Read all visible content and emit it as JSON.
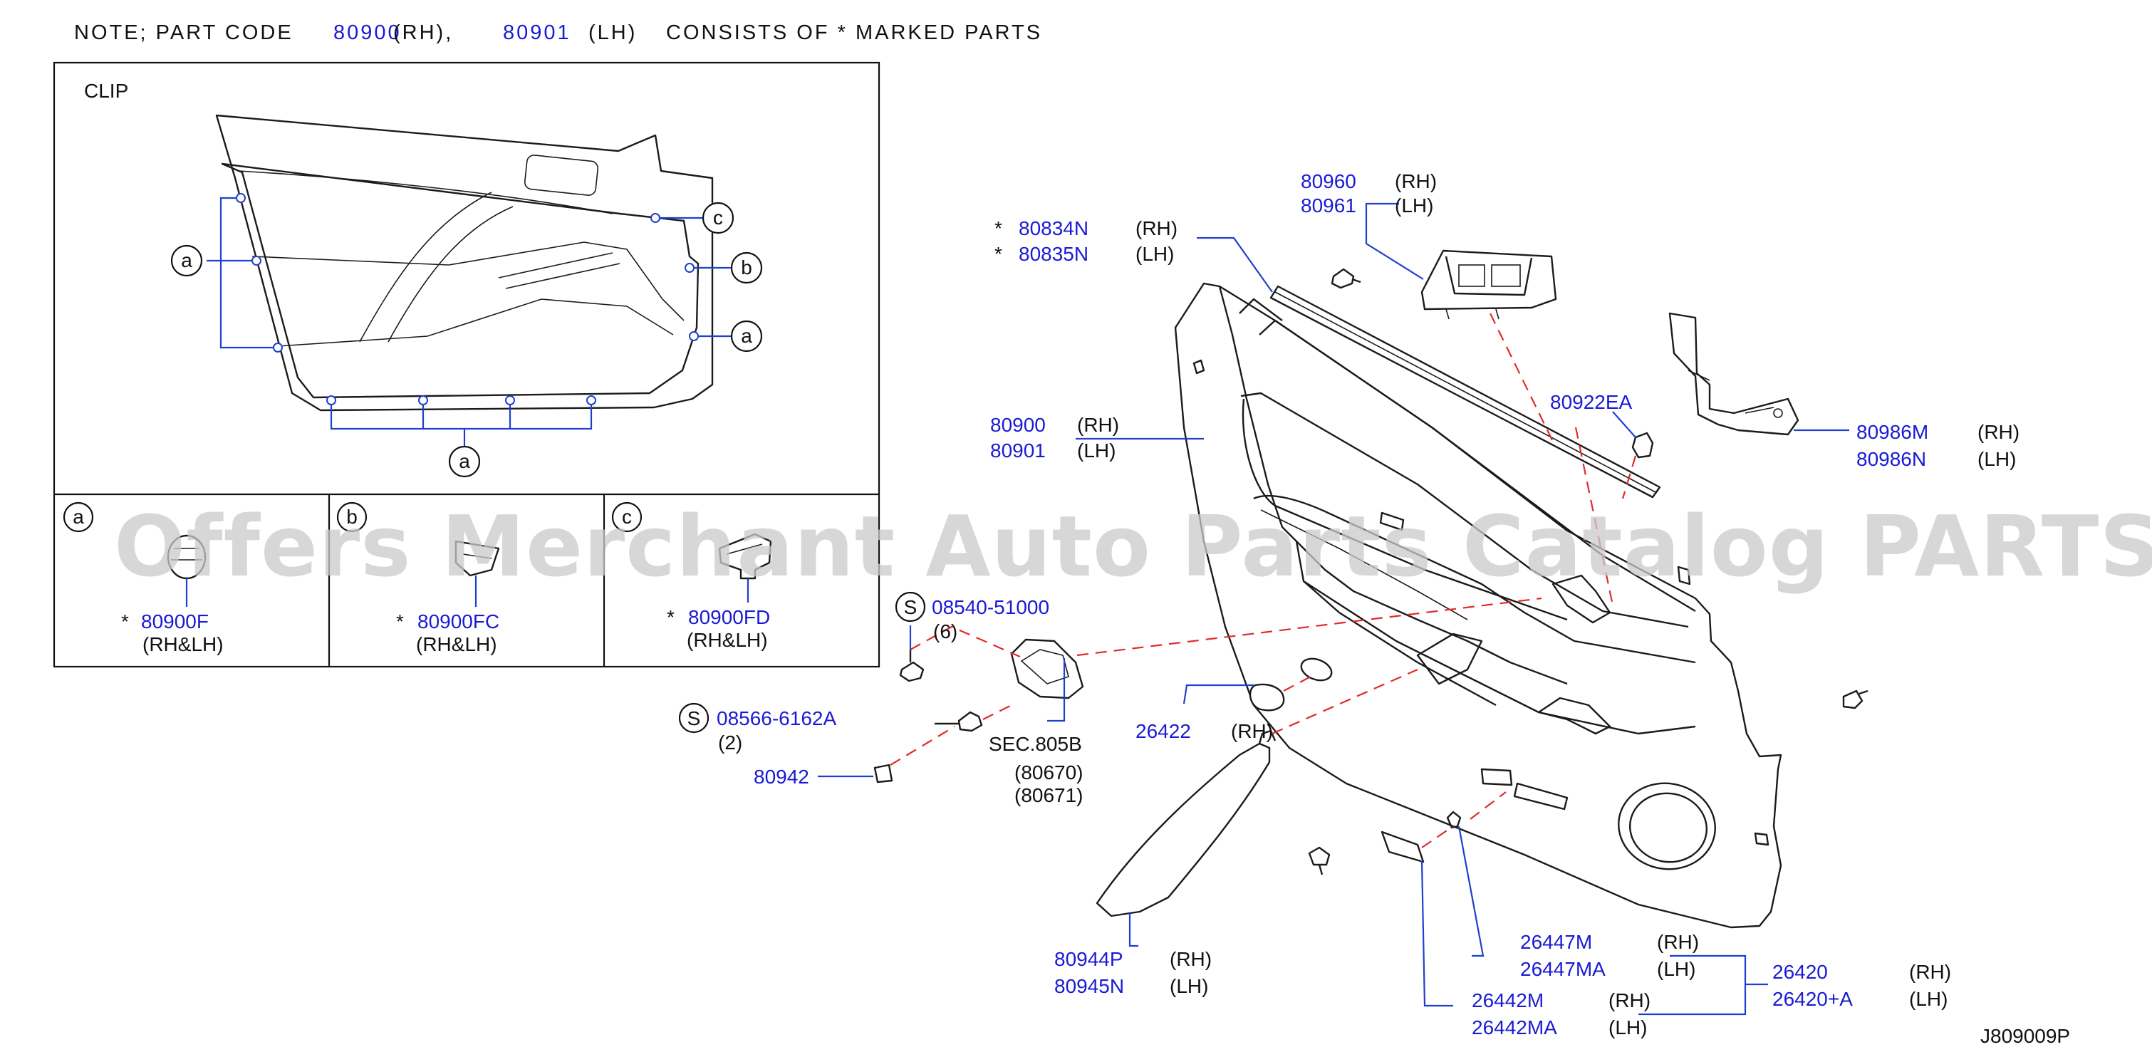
{
  "note": {
    "prefix": "NOTE;  PART  CODE",
    "code_rh": "80900",
    "rh": "(RH),",
    "code_lh": "80901",
    "lh": "(LH)",
    "suffix": "CONSISTS  OF  *  MARKED  PARTS"
  },
  "inset": {
    "title": "CLIP",
    "callouts": {
      "a": "a",
      "b": "b",
      "c": "c"
    },
    "clips": [
      {
        "letter": "a",
        "star": "*",
        "code": "80900F",
        "side": "(RH&LH)"
      },
      {
        "letter": "b",
        "star": "*",
        "code": "80900FC",
        "side": "(RH&LH)"
      },
      {
        "letter": "c",
        "star": "*",
        "code": "80900FD",
        "side": "(RH&LH)"
      }
    ]
  },
  "labels": {
    "p80960": "80960",
    "p80960_side": "(RH)",
    "p80961": "80961",
    "p80961_side": "(LH)",
    "star": "*",
    "p80834N": "80834N",
    "p80834N_side": "(RH)",
    "p80835N": "80835N",
    "p80835N_side": "(LH)",
    "p80922EA": "80922EA",
    "p80986M": "80986M",
    "p80986M_side": "(RH)",
    "p80986N": "80986N",
    "p80986N_side": "(LH)",
    "p80900": "80900",
    "p80900_side": "(RH)",
    "p80901": "80901",
    "p80901_side": "(LH)",
    "s_symbol": "S",
    "p08540": "08540-51000",
    "p08540_qty": "(6)",
    "p08566": "08566-6162A",
    "p08566_qty": "(2)",
    "p80942": "80942",
    "sec": "SEC.805B",
    "sec_a": "(80670)",
    "sec_b": "(80671)",
    "p26422": "26422",
    "p26422_side": "(RH)",
    "p80944P": "80944P",
    "p80944P_side": "(RH)",
    "p80945N": "80945N",
    "p80945N_side": "(LH)",
    "p26447M": "26447M",
    "p26447M_side": "(RH)",
    "p26447MA": "26447MA",
    "p26447MA_side": "(LH)",
    "p26442M": "26442M",
    "p26442M_side": "(RH)",
    "p26442MA": "26442MA",
    "p26442MA_side": "(LH)",
    "p26420": "26420",
    "p26420_side": "(RH)",
    "p26420A": "26420+A",
    "p26420A_side": "(LH)"
  },
  "diagram_id": "J809009P",
  "watermark": "Offers Merchant Auto Parts Catalog PARTSTORE.SA",
  "colors": {
    "part_number": "#1a1ad6",
    "leader": "#1f3fd0",
    "dashed": "#e22a2a",
    "watermark": "#c9c9c9"
  }
}
